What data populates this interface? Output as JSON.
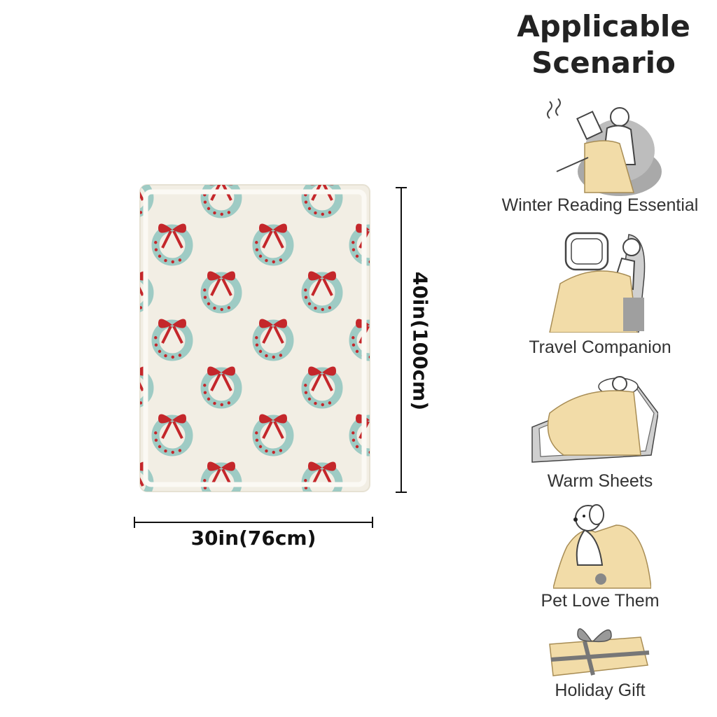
{
  "heading": {
    "line1": "Applicable",
    "line2": "Scenario"
  },
  "scenarios": [
    {
      "label": "Winter Reading Essential",
      "icon": "reading-person-icon"
    },
    {
      "label": "Travel Companion",
      "icon": "airplane-seat-person-icon"
    },
    {
      "label": "Warm Sheets",
      "icon": "bed-sleeping-person-icon"
    },
    {
      "label": "Pet Love Them",
      "icon": "dog-with-blanket-icon"
    },
    {
      "label": "Holiday Gift",
      "icon": "gift-box-icon"
    }
  ],
  "dimensions": {
    "width": "30in(76cm)",
    "height": "40in(100cm)"
  },
  "colors": {
    "blanket_bg": "#f1ede3",
    "bow_red": "#c4272b",
    "wreath_green": "#8fc4be",
    "fabric_tan": "#f3dfae"
  }
}
